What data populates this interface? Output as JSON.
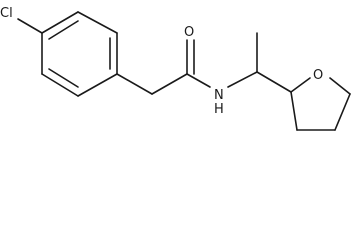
{
  "molecule": {
    "atom_labels": {
      "chlorine": "Cl",
      "carbonyl_oxygen": "O",
      "amide_nitrogen": "N",
      "amide_hydrogen": "H",
      "ring_oxygen": "O"
    }
  }
}
